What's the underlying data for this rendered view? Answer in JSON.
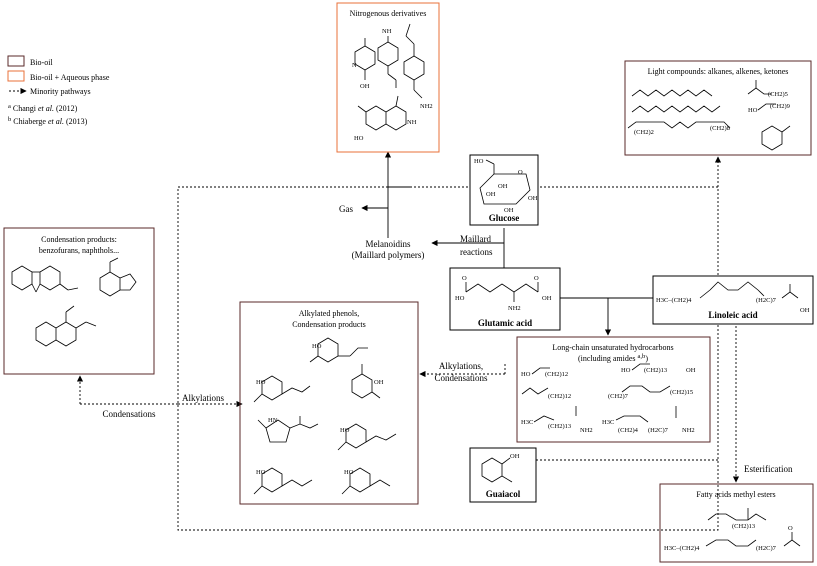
{
  "legend": {
    "bio_oil": "Bio-oil",
    "bio_oil_aqueous": "Bio-oil + Aqueous phase",
    "minority": "Minority pathways",
    "ref_a_marker": "a",
    "ref_a_author": "Changi ",
    "ref_a_etal": "et al.",
    "ref_a_year": " (2012)",
    "ref_b_marker": "b",
    "ref_b_author": "Chiaberge ",
    "ref_b_etal": "et al.",
    "ref_b_year": " (2013)"
  },
  "boxes": {
    "nitrogenous": "Nitrogenous derivatives",
    "light_title": "Light compounds: alkanes, alkenes, ketones",
    "condensation_title_1": "Condensation products:",
    "condensation_title_2": "benzofurans, naphthols...",
    "alkylated_title_1": "Alkylated phenols,",
    "alkylated_title_2": "Condensation products",
    "longchain_title_1": "Long-chain unsaturated hydrocarbons",
    "longchain_title_2": "(including amides ",
    "longchain_sup": "a,b",
    "longchain_title_3": ")",
    "fame_title": "Fatty acids methyl esters"
  },
  "compounds": {
    "glucose": "Glucose",
    "glutamic": "Glutamic acid",
    "linoleic": "Linoleic acid",
    "guaiacol": "Guaiacol"
  },
  "processes": {
    "gas": "Gas",
    "melanoidins_1": "Melanoidins",
    "melanoidins_2": "(Maillard polymers)",
    "maillard_1": "Maillard",
    "maillard_2": "reactions",
    "alkylations_cond_1": "Alkylations,",
    "alkylations_cond_2": "Condensations",
    "alkylations": "Alkylations",
    "condensations": "Condensations",
    "esterification": "Esterification"
  },
  "structure_labels": {
    "oh": "OH",
    "ho": "HO",
    "nh2": "NH2",
    "h3c": "H3C",
    "o": "O",
    "n": "N",
    "nh": "NH",
    "hn": "HN",
    "linoleic_left": "H3C–(CH2)4",
    "linoleic_right": "(H2C)7",
    "chain_5": "(CH2)5",
    "chain_9": "(CH2)9",
    "chain_2": "(CH2)2",
    "chain_8": "(CH2)8",
    "chain_12": "(CH2)12",
    "chain_13": "(CH2)13",
    "chain_7": "(CH2)7",
    "chain_4": "(CH2)4",
    "chain_15": "(CH2)15",
    "chain_13b": "(CH2)13",
    "chain_4b": "(CH2)4",
    "chain_7b": "(H2C)7",
    "fame_left": "H3C–(CH2)4",
    "fame_mid": "(CH2)13"
  },
  "colors": {
    "bio_oil_border": "#5a2a2a",
    "aqueous_border": "#e8703a"
  }
}
